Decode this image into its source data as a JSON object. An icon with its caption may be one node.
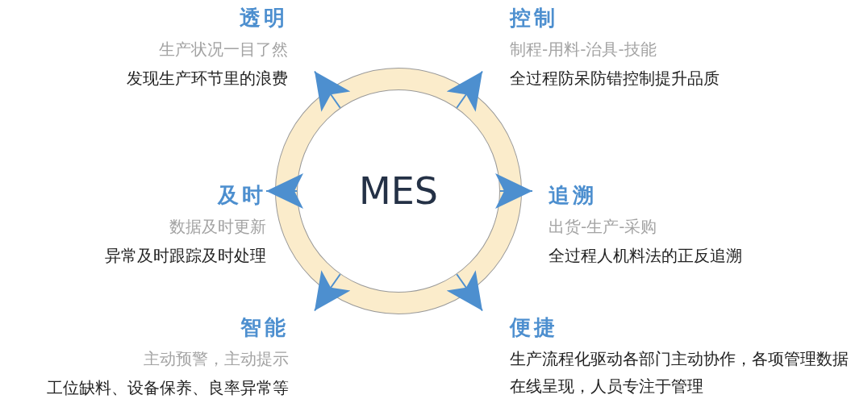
{
  "diagram": {
    "nodes": [
      {
        "text": [
          "MES"
        ]
      },
      {
        "text": [
          "透明",
          "生产状况一目了然",
          "发现生产环节里的浪费"
        ]
      },
      {
        "text": [
          "控制",
          "制程-用料-治具-技能",
          "全过程防呆防错控制提升品质"
        ]
      },
      {
        "text": [
          "及时",
          "数据及时更新",
          "异常及时跟踪及时处理"
        ]
      },
      {
        "text": [
          "追溯",
          "出货-生产-采购",
          "全过程人机料法的正反追溯"
        ]
      },
      {
        "text": [
          "智能",
          "主动预警，主动提示",
          "工位缺料、设备保养、良率异常等"
        ]
      },
      {
        "text": [
          "便捷",
          "生产流程化驱动各部门主动协作，各项管理数据在线呈现，人员专注于管理"
        ]
      }
    ],
    "edges": [
      {
        "from": 0,
        "to": 1,
        "arrow": "to"
      },
      {
        "from": 0,
        "to": 2,
        "arrow": "to"
      },
      {
        "from": 0,
        "to": 3,
        "arrow": "to"
      },
      {
        "from": 0,
        "to": 4,
        "arrow": "to"
      },
      {
        "from": 0,
        "to": 5,
        "arrow": "to"
      },
      {
        "from": 0,
        "to": 6,
        "arrow": "to"
      }
    ]
  }
}
